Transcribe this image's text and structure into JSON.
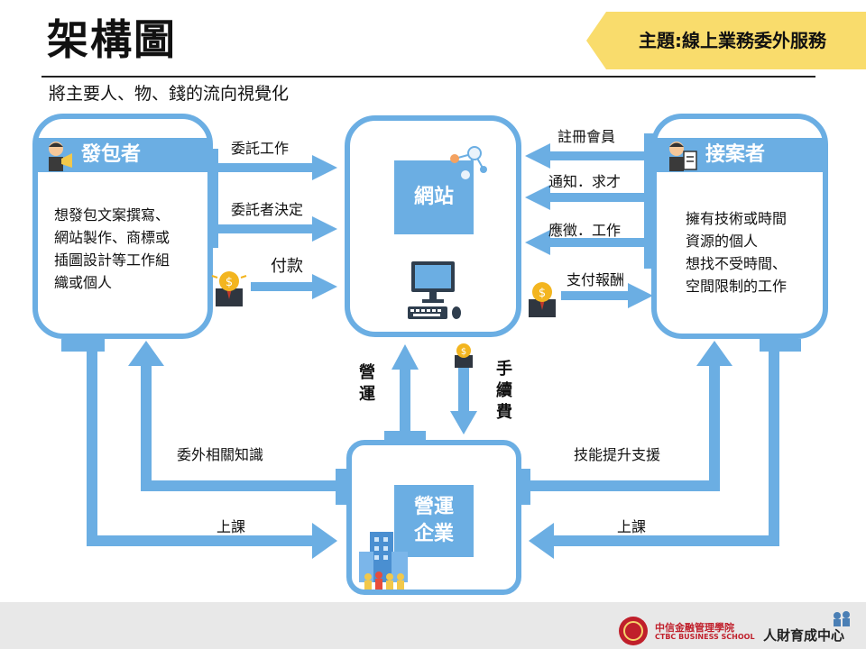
{
  "title": "架構圖",
  "subtitle": "將主要人、物、錢的流向視覺化",
  "topic": "主題:線上業務委外服務",
  "client": {
    "name": "發包者",
    "description": [
      "想發包文案撰寫、",
      "網站製作、商標或",
      "插圖設計等工作組",
      "織或個人"
    ]
  },
  "contractor": {
    "name": "接案者",
    "description": [
      "擁有技術或時間",
      "資源的個人",
      "想找不受時間、",
      "空間限制的工作"
    ]
  },
  "website": {
    "name": "網站"
  },
  "operator": {
    "name_lines": [
      "營運",
      "企業"
    ]
  },
  "flows": {
    "commission_work": "委託工作",
    "commissioner_decides": "委託者決定",
    "payment": "付款",
    "register_member": "註冊會員",
    "notify_recruit": "通知．求才",
    "apply_work": "應徵．工作",
    "pay_reward": "支付報酬",
    "operate": "營運",
    "fee": "手續費",
    "outsourcing_knowledge": "委外相關知識",
    "skill_support": "技能提升支援",
    "class_left": "上課",
    "class_right": "上課"
  },
  "footer": {
    "school_cn": "中信金融管理學院",
    "school_en": "CTBC BUSINESS SCHOOL",
    "center": "人財育成中心"
  },
  "colors": {
    "accent": "#6baee3",
    "tag": "#f9dc6c",
    "brand": "#c01f2b"
  }
}
